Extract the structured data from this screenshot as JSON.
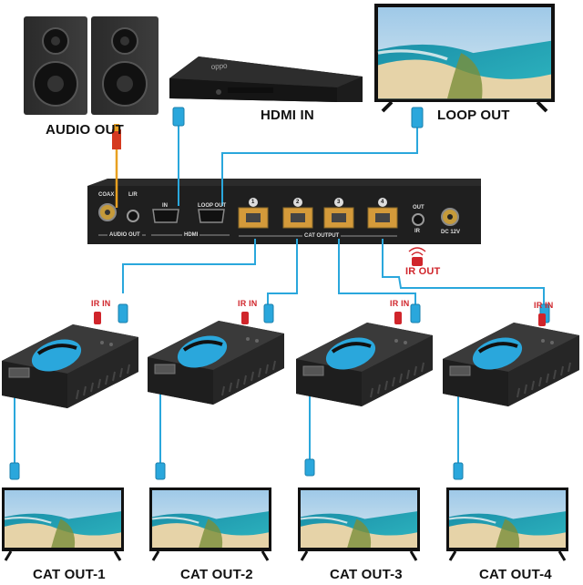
{
  "labels": {
    "audio_out": "AUDIO OUT",
    "hdmi_in": "HDMI IN",
    "loop_out": "LOOP OUT",
    "ir_out": "IR OUT",
    "ir_in": "IR IN",
    "outputs": [
      "CAT OUT-1",
      "CAT OUT-2",
      "CAT OUT-3",
      "CAT OUT-4"
    ]
  },
  "player": {
    "brand": "oppo"
  },
  "splitter_panel": {
    "coax": "COAX",
    "lr": "L/R",
    "audio_out": "AUDIO OUT",
    "in": "IN",
    "loop_out": "LOOP OUT",
    "hdmi": "HDMI",
    "cat_output": "CAT OUTPUT",
    "port_numbers": [
      "1",
      "2",
      "3",
      "4"
    ],
    "out": "OUT",
    "ir": "IR",
    "power": "DC 12V"
  },
  "colors": {
    "cable": "#2aa7dc",
    "audio_plug": "#e8a020",
    "ir_red": "#d0252b",
    "device": "#222"
  }
}
